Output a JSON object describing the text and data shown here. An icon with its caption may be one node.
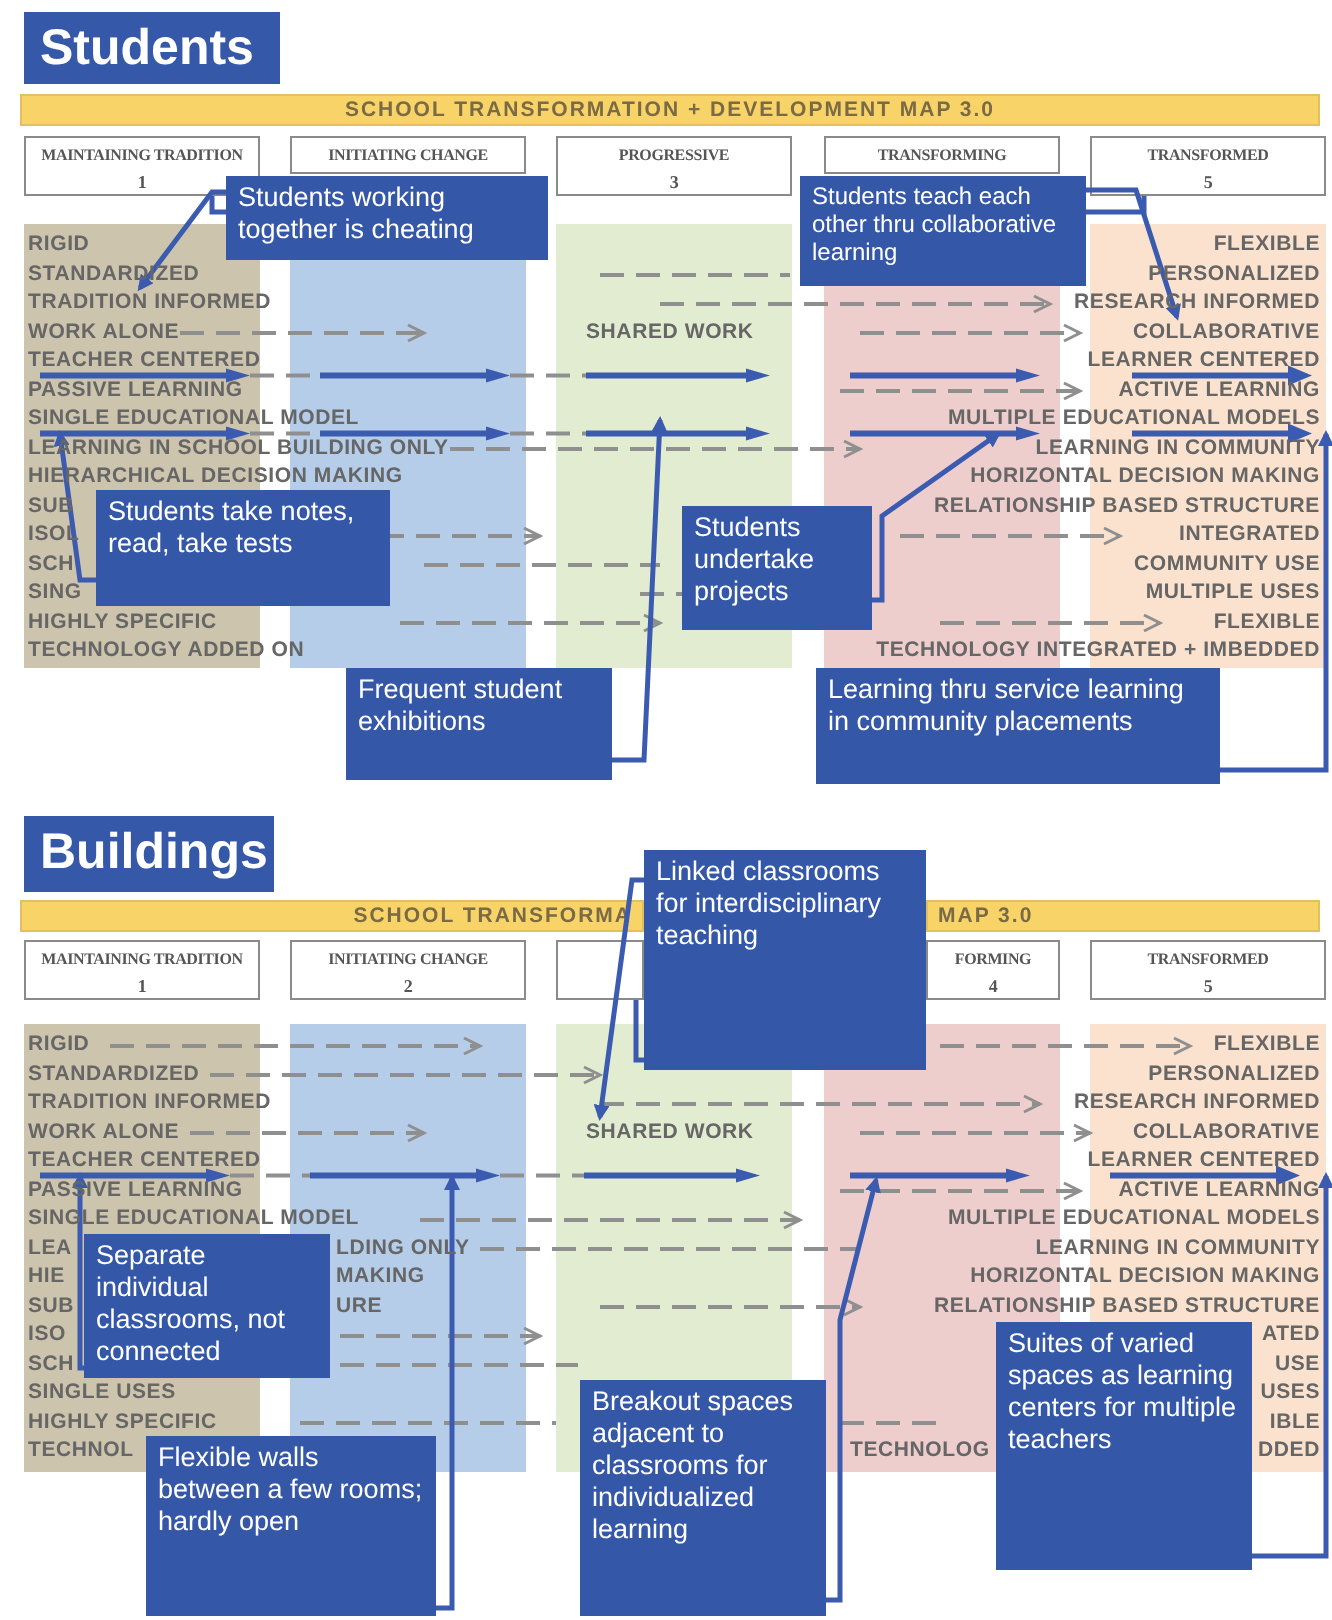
{
  "diagram": {
    "nodes": [
      {
        "text": [
          "Students"
        ]
      },
      {
        "text": [
          "SCHOOL TRANSFORMATION + DEVELOPMENT MAP 3.0"
        ]
      },
      {
        "text": [
          "MAINTAINING TRADITION",
          "1"
        ]
      },
      {
        "text": [
          "INITIATING CHANGE"
        ]
      },
      {
        "text": [
          "PROGRESSIVE",
          "3"
        ]
      },
      {
        "text": [
          "TRANSFORMING"
        ]
      },
      {
        "text": [
          "TRANSFORMED",
          "5"
        ]
      },
      {
        "text": [
          "Students working together is cheating"
        ]
      },
      {
        "text": [
          "Students teach each other thru collaborative learning"
        ]
      },
      {
        "text": [
          "Students take notes, read, take tests"
        ]
      },
      {
        "text": [
          "Frequent student exhibitions"
        ]
      },
      {
        "text": [
          "Students undertake projects"
        ]
      },
      {
        "text": [
          "Learning thru service learning in community placements"
        ]
      },
      {
        "text": [
          "Buildings"
        ]
      },
      {
        "text": [
          "SCHOOL TRANSFORMA"
        ]
      },
      {
        "text": [
          "MAP 3.0"
        ]
      },
      {
        "text": [
          "MAINTAINING TRADITION",
          "1"
        ]
      },
      {
        "text": [
          "INITIATING CHANGE",
          "2"
        ]
      },
      {
        "text": [],
        "shape": "box"
      },
      {
        "text": [
          "FORMING",
          "4"
        ]
      },
      {
        "text": [
          "TRANSFORMED",
          "5"
        ]
      },
      {
        "text": [
          "Linked classrooms for interdisciplinary teaching"
        ]
      },
      {
        "text": [
          "Separate individual classrooms, not connected"
        ]
      },
      {
        "text": [
          "Flexible walls between a few rooms; hardly open"
        ]
      },
      {
        "text": [
          "Breakout spaces adjacent to classrooms for individualized learning"
        ]
      },
      {
        "text": [
          "Suites of varied spaces as learning centers for multiple teachers"
        ]
      },
      {
        "text": [
          "TRADITION INFORMED"
        ]
      },
      {
        "text": [
          "SINGLE EDUCATIONAL MODEL"
        ]
      },
      {
        "text": [
          "COLLABORATIVE"
        ]
      },
      {
        "text": [
          "MULTIPLE EDUCATIONAL MODELS"
        ]
      },
      {
        "text": [
          "TEACHER CENTERED"
        ]
      },
      {
        "text": [
          "SHARED WORK"
        ]
      },
      {
        "text": [
          "LEARNER CENTERED"
        ]
      }
    ],
    "edges": [
      {
        "from": 7,
        "to": 26,
        "arrow": "to"
      },
      {
        "from": 7,
        "to": 2,
        "arrow": "none"
      },
      {
        "from": 8,
        "to": 28,
        "arrow": "to"
      },
      {
        "from": 8,
        "to": 6,
        "arrow": "none"
      },
      {
        "from": 9,
        "to": 27,
        "arrow": "to"
      },
      {
        "from": 10,
        "to": null,
        "arrow": "to"
      },
      {
        "from": 11,
        "to": 29,
        "arrow": "to"
      },
      {
        "from": 12,
        "to": 29,
        "arrow": "to"
      },
      {
        "from": 21,
        "to": 31,
        "arrow": "to"
      },
      {
        "from": 21,
        "to": 18,
        "arrow": "none"
      },
      {
        "from": 22,
        "to": 30,
        "arrow": "to"
      },
      {
        "from": 23,
        "to": null,
        "arrow": "to"
      },
      {
        "from": 24,
        "to": null,
        "arrow": "to"
      },
      {
        "from": 25,
        "to": 32,
        "arrow": "to"
      }
    ],
    "labels": [
      "RIGID",
      "STANDARDIZED",
      "WORK ALONE",
      "TEACHER CENTERED",
      "PASSIVE LEARNING",
      "LEARNING IN SCHOOL BUILDING ONLY",
      "HIERARCHICAL DECISION MAKING",
      "SUB",
      "ISOL",
      "SCH",
      "SING",
      "HIGHLY SPECIFIC",
      "TECHNOLOGY ADDED ON",
      "SHARED WORK",
      "FLEXIBLE",
      "PERSONALIZED",
      "RESEARCH INFORMED",
      "LEARNER CENTERED",
      "ACTIVE LEARNING",
      "LEARNING IN COMMUNITY",
      "HORIZONTAL DECISION MAKING",
      "RELATIONSHIP BASED STRUCTURE",
      "INTEGRATED",
      "COMMUNITY USE",
      "MULTIPLE USES",
      "FLEXIBLE",
      "TECHNOLOGY INTEGRATED + IMBEDDED",
      "RIGID",
      "STANDARDIZED",
      "TRADITION INFORMED",
      "WORK ALONE",
      "PASSIVE LEARNING",
      "SINGLE EDUCATIONAL MODEL",
      "LEA",
      "LDING ONLY",
      "HIE",
      "MAKING",
      "SUB",
      "URE",
      "ISO",
      "SCH",
      "SINGLE USES",
      "HIGHLY SPECIFIC",
      "TECHNOL",
      "FLEXIBLE",
      "PERSONALIZED",
      "RESEARCH INFORMED",
      "COLLABORATIVE",
      "ACTIVE LEARNING",
      "MULTIPLE EDUCATIONAL MODELS",
      "LEARNING IN COMMUNITY",
      "HORIZONTAL DECISION MAKING",
      "RELATIONSHIP BASED STRUCTURE",
      "ATED",
      "USE",
      "USES",
      "IBLE",
      "TECHNOLOG",
      "DDED"
    ]
  }
}
